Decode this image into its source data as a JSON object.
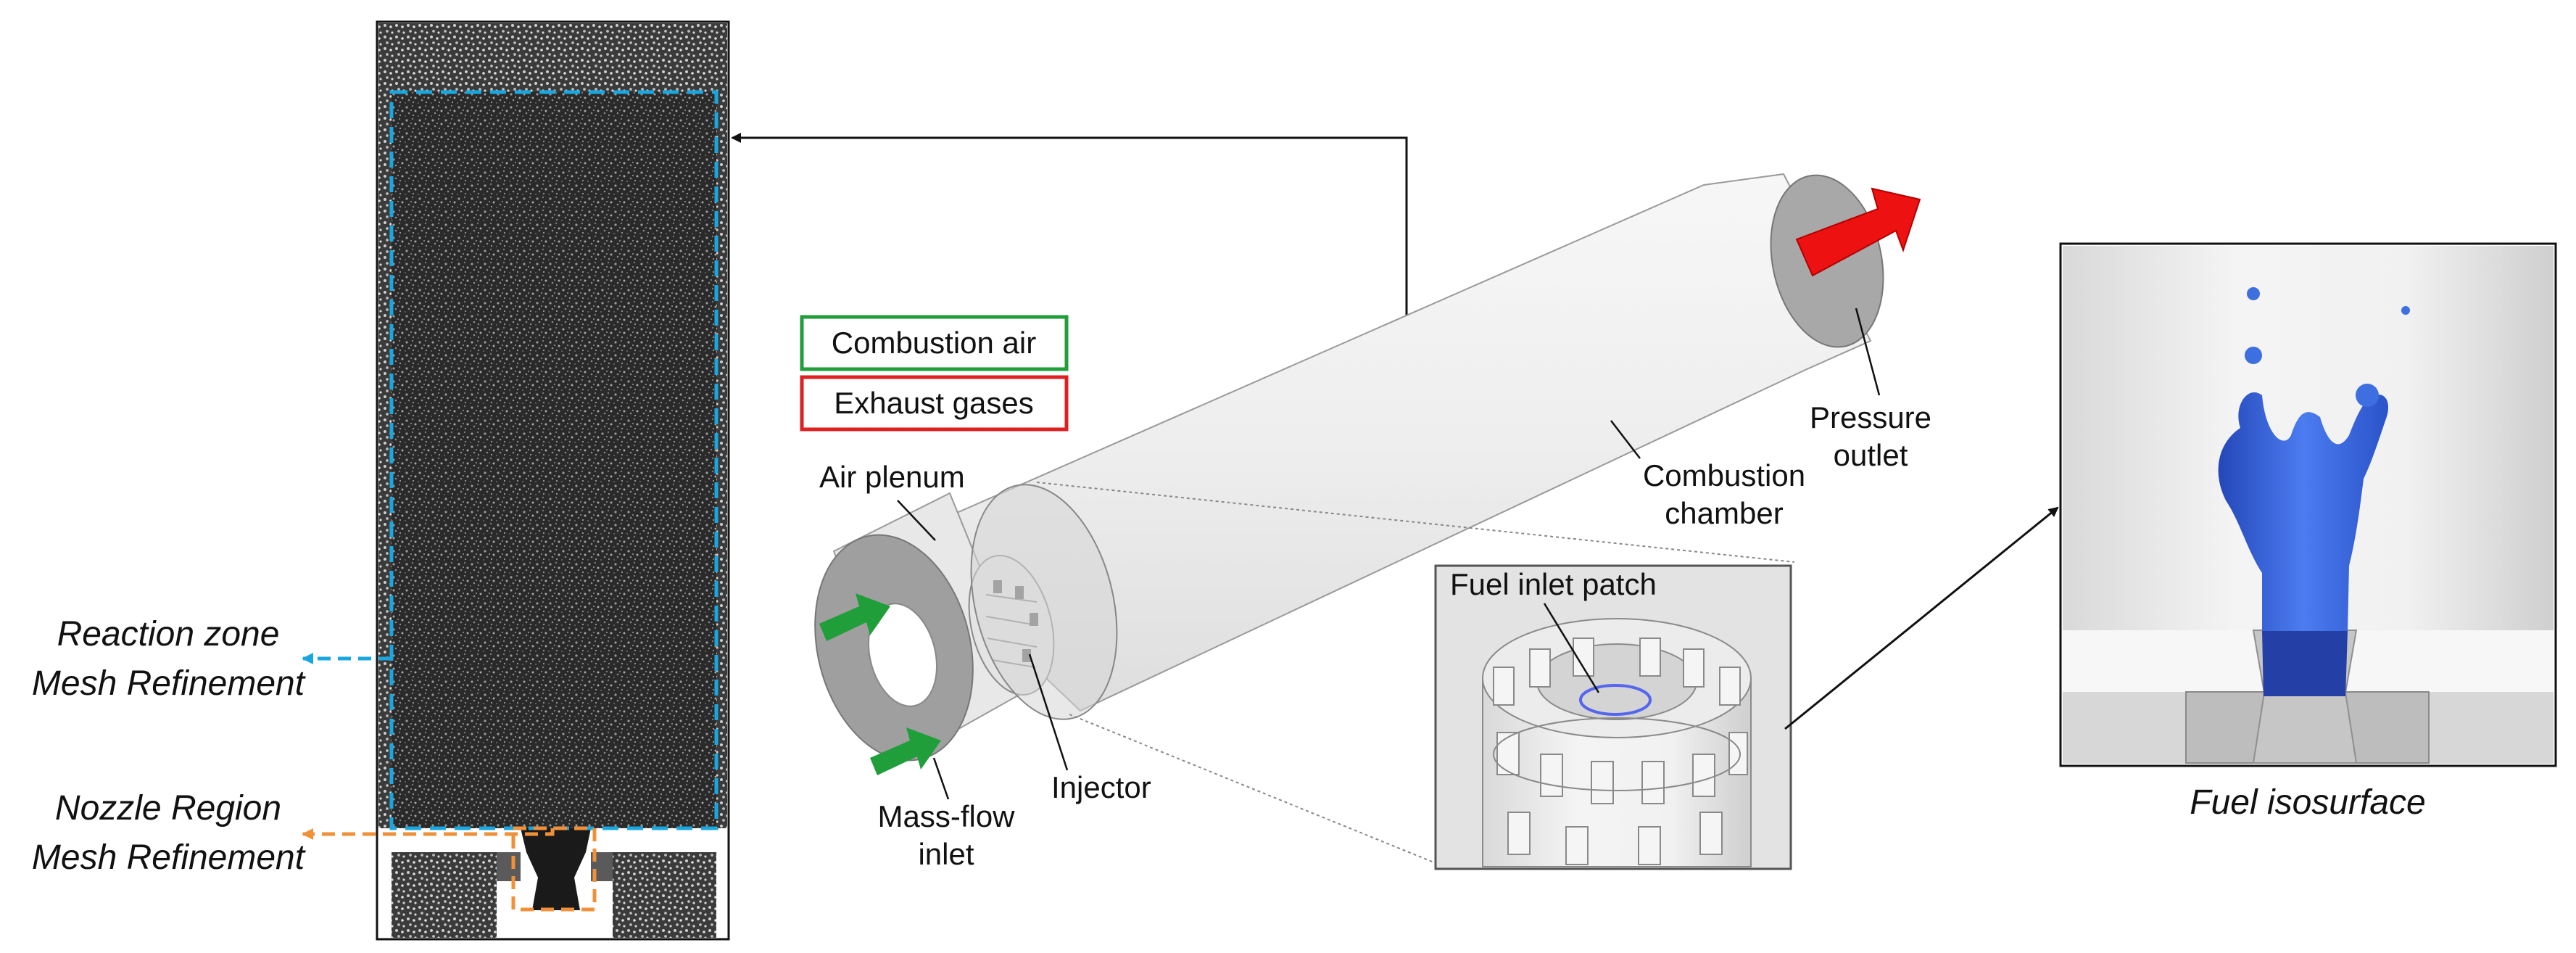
{
  "legend": {
    "combustion_air": "Combustion air",
    "exhaust_gases": "Exhaust gases"
  },
  "mesh_labels": {
    "reaction_line1": "Reaction zone",
    "reaction_line2": "Mesh Refinement",
    "nozzle_line1": "Nozzle Region",
    "nozzle_line2": "Mesh Refinement"
  },
  "component_labels": {
    "air_plenum": "Air plenum",
    "mass_flow_line1": "Mass-flow",
    "mass_flow_line2": "inlet",
    "injector": "Injector",
    "combustion_line1": "Combustion",
    "combustion_line2": "chamber",
    "pressure_line1": "Pressure",
    "pressure_line2": "outlet",
    "fuel_inlet_patch": "Fuel inlet patch"
  },
  "caption": {
    "fuel_isosurface": "Fuel isosurface"
  },
  "colors": {
    "reaction_box": "#1aa7e0",
    "nozzle_box": "#f0913a",
    "air_arrow": "#1f9e3a",
    "exhaust_arrow": "#ee1111",
    "legend_air_border": "#1f9e3a",
    "legend_exhaust_border": "#e02020",
    "isosurface": "#3d6fe0"
  }
}
